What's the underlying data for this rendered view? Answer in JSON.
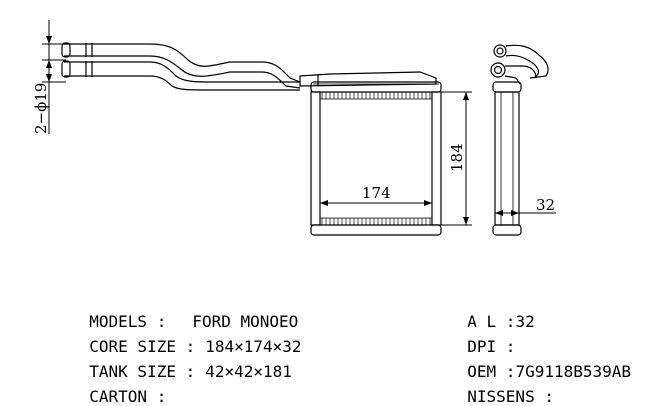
{
  "dimensions": {
    "tube_label": "2−ϕ19",
    "width_label": "174",
    "height_label": "184",
    "depth_label": "32"
  },
  "specs_left": [
    {
      "label": "MODELS :",
      "value": "FORD MONOEO"
    },
    {
      "label": "CORE SIZE :",
      "value": "184×174×32"
    },
    {
      "label": "TANK SIZE :",
      "value": "42×42×181"
    },
    {
      "label": "CARTON :",
      "value": ""
    }
  ],
  "specs_right": [
    {
      "label": "A L :",
      "value": "32"
    },
    {
      "label": "DPI :",
      "value": ""
    },
    {
      "label": "OEM :",
      "value": "7G9118B539AB"
    },
    {
      "label": "NISSENS :",
      "value": ""
    }
  ]
}
